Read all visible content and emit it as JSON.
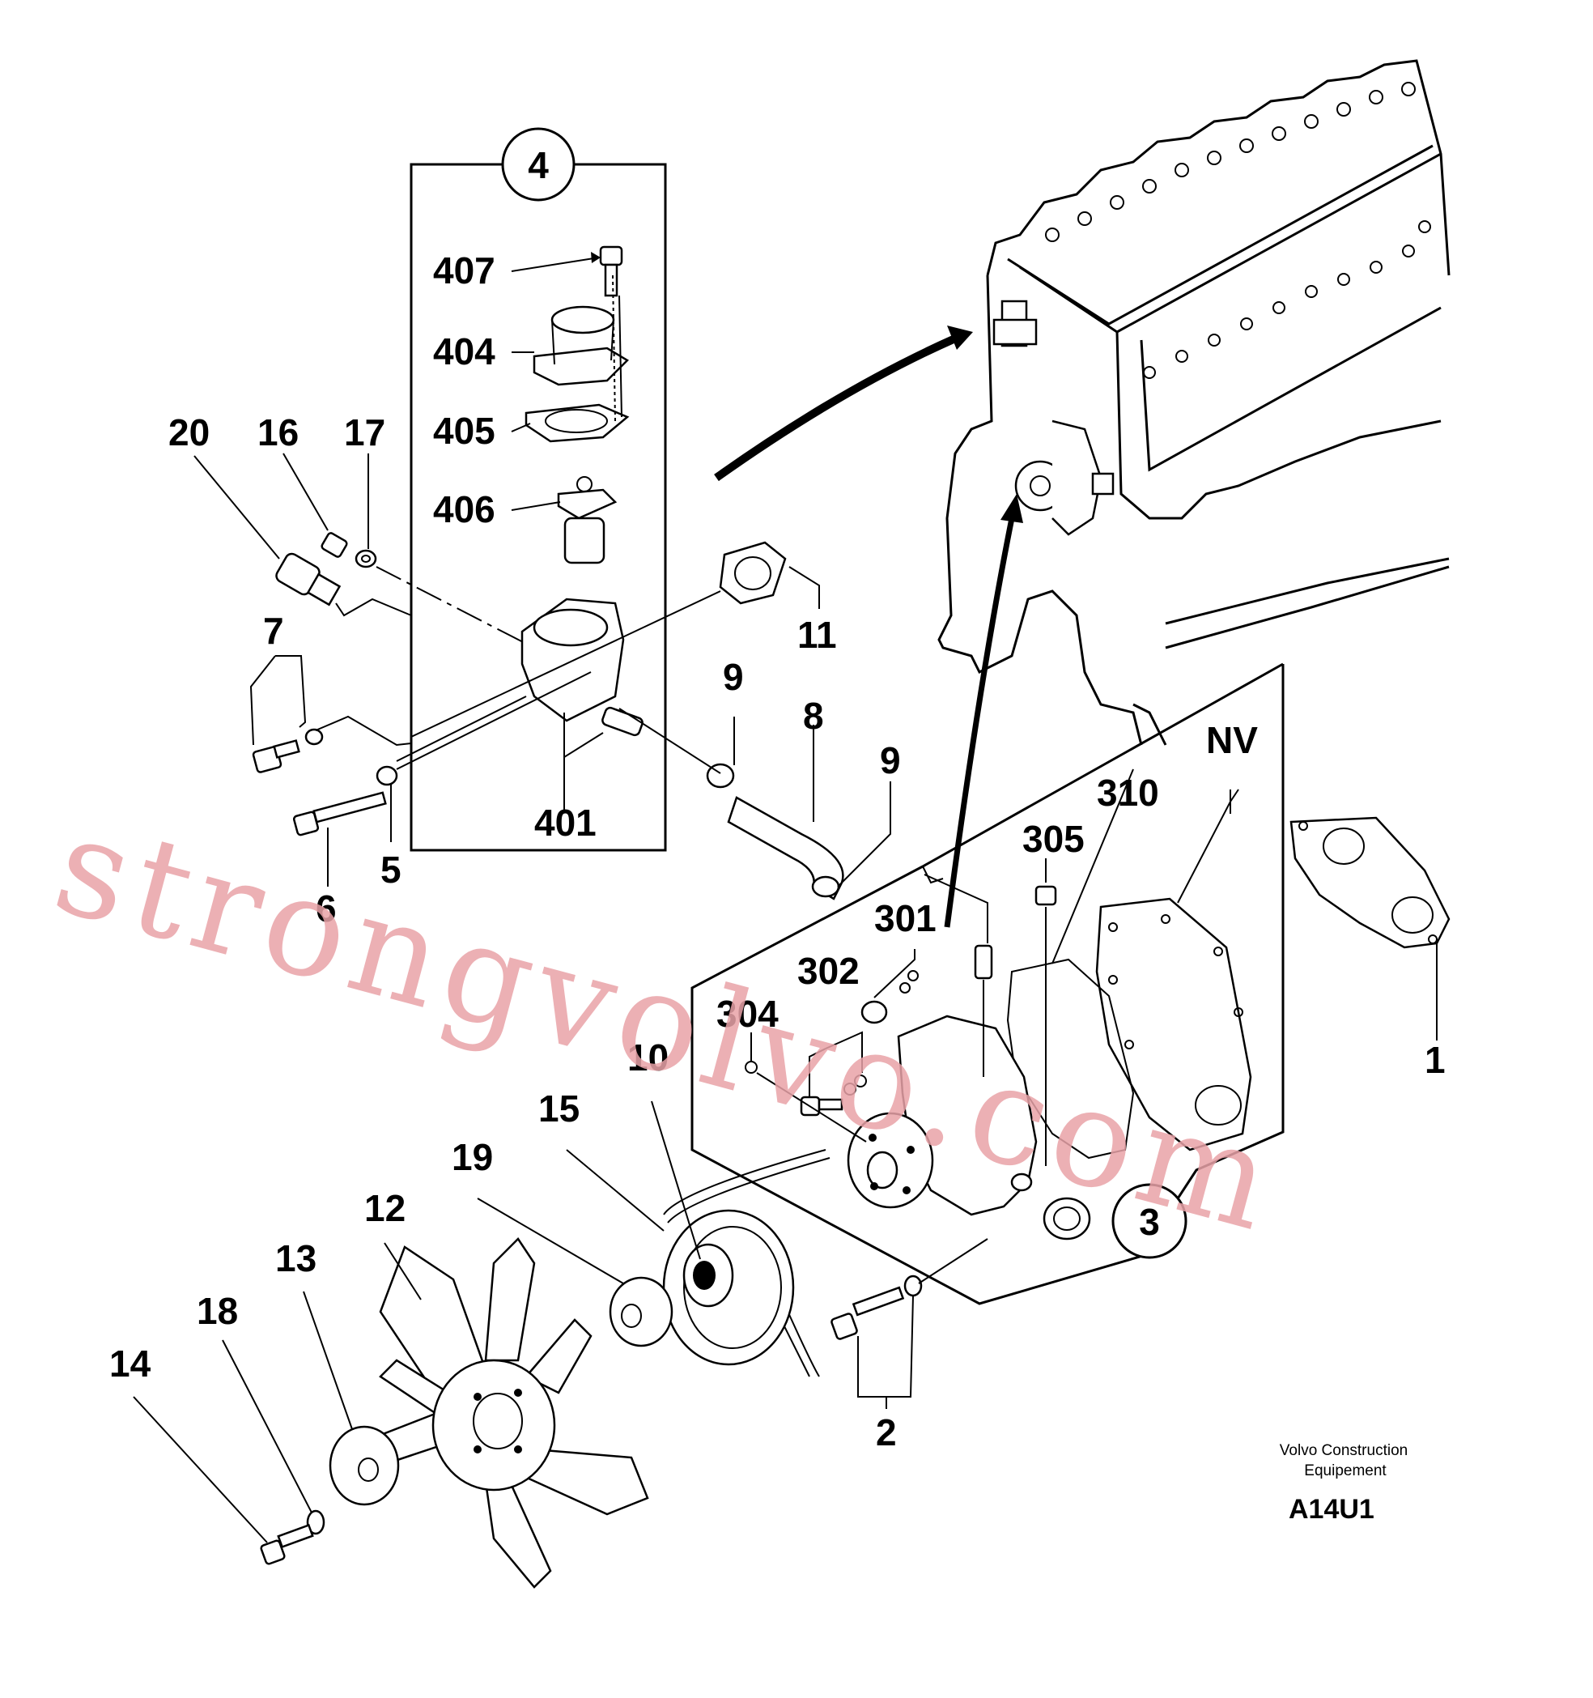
{
  "watermark": "strongvolvo.com",
  "caption": {
    "line1": "Volvo Construction",
    "line2": "Equipement",
    "code": "A14U1"
  },
  "callouts": {
    "c1": "1",
    "c2": "2",
    "c3": "3",
    "c4": "4",
    "c5": "5",
    "c6": "6",
    "c7": "7",
    "c8": "8",
    "c9a": "9",
    "c9b": "9",
    "c10": "10",
    "c11": "11",
    "c12": "12",
    "c13": "13",
    "c14": "14",
    "c15": "15",
    "c16": "16",
    "c17": "17",
    "c18": "18",
    "c19": "19",
    "c20": "20",
    "c301": "301",
    "c302": "302",
    "c304": "304",
    "c305": "305",
    "c310": "310",
    "c401": "401",
    "c404": "404",
    "c405": "405",
    "c406": "406",
    "c407": "407",
    "cnv": "NV"
  }
}
